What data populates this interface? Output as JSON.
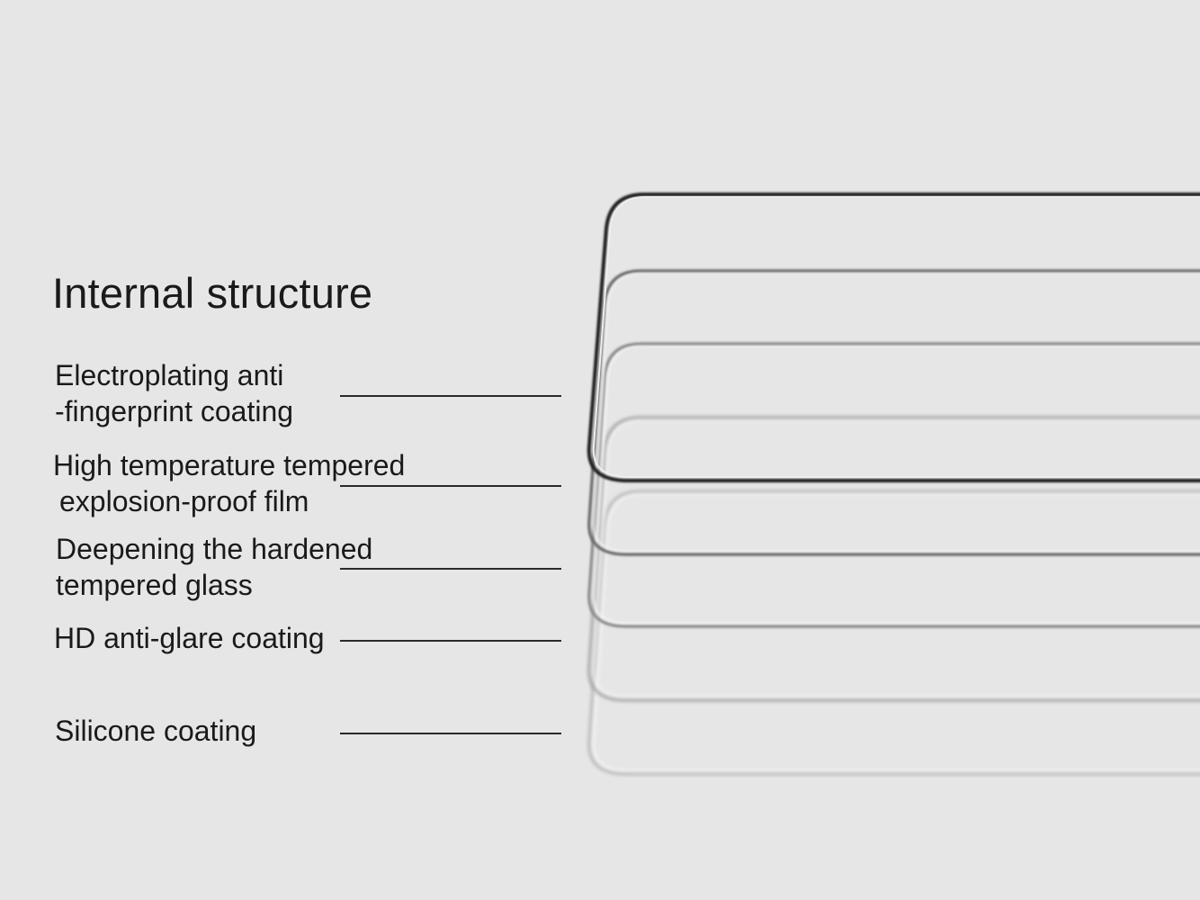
{
  "diagram": {
    "title": "Internal structure",
    "layers": [
      {
        "lines": [
          "Electroplating anti",
          "-fingerprint coating"
        ]
      },
      {
        "lines": [
          "High temperature tempered",
          "explosion-proof film"
        ]
      },
      {
        "lines": [
          "Deepening the hardened",
          "tempered glass"
        ]
      },
      {
        "lines": [
          "HD anti-glare coating"
        ]
      },
      {
        "lines": [
          "Silicone coating"
        ]
      }
    ]
  }
}
